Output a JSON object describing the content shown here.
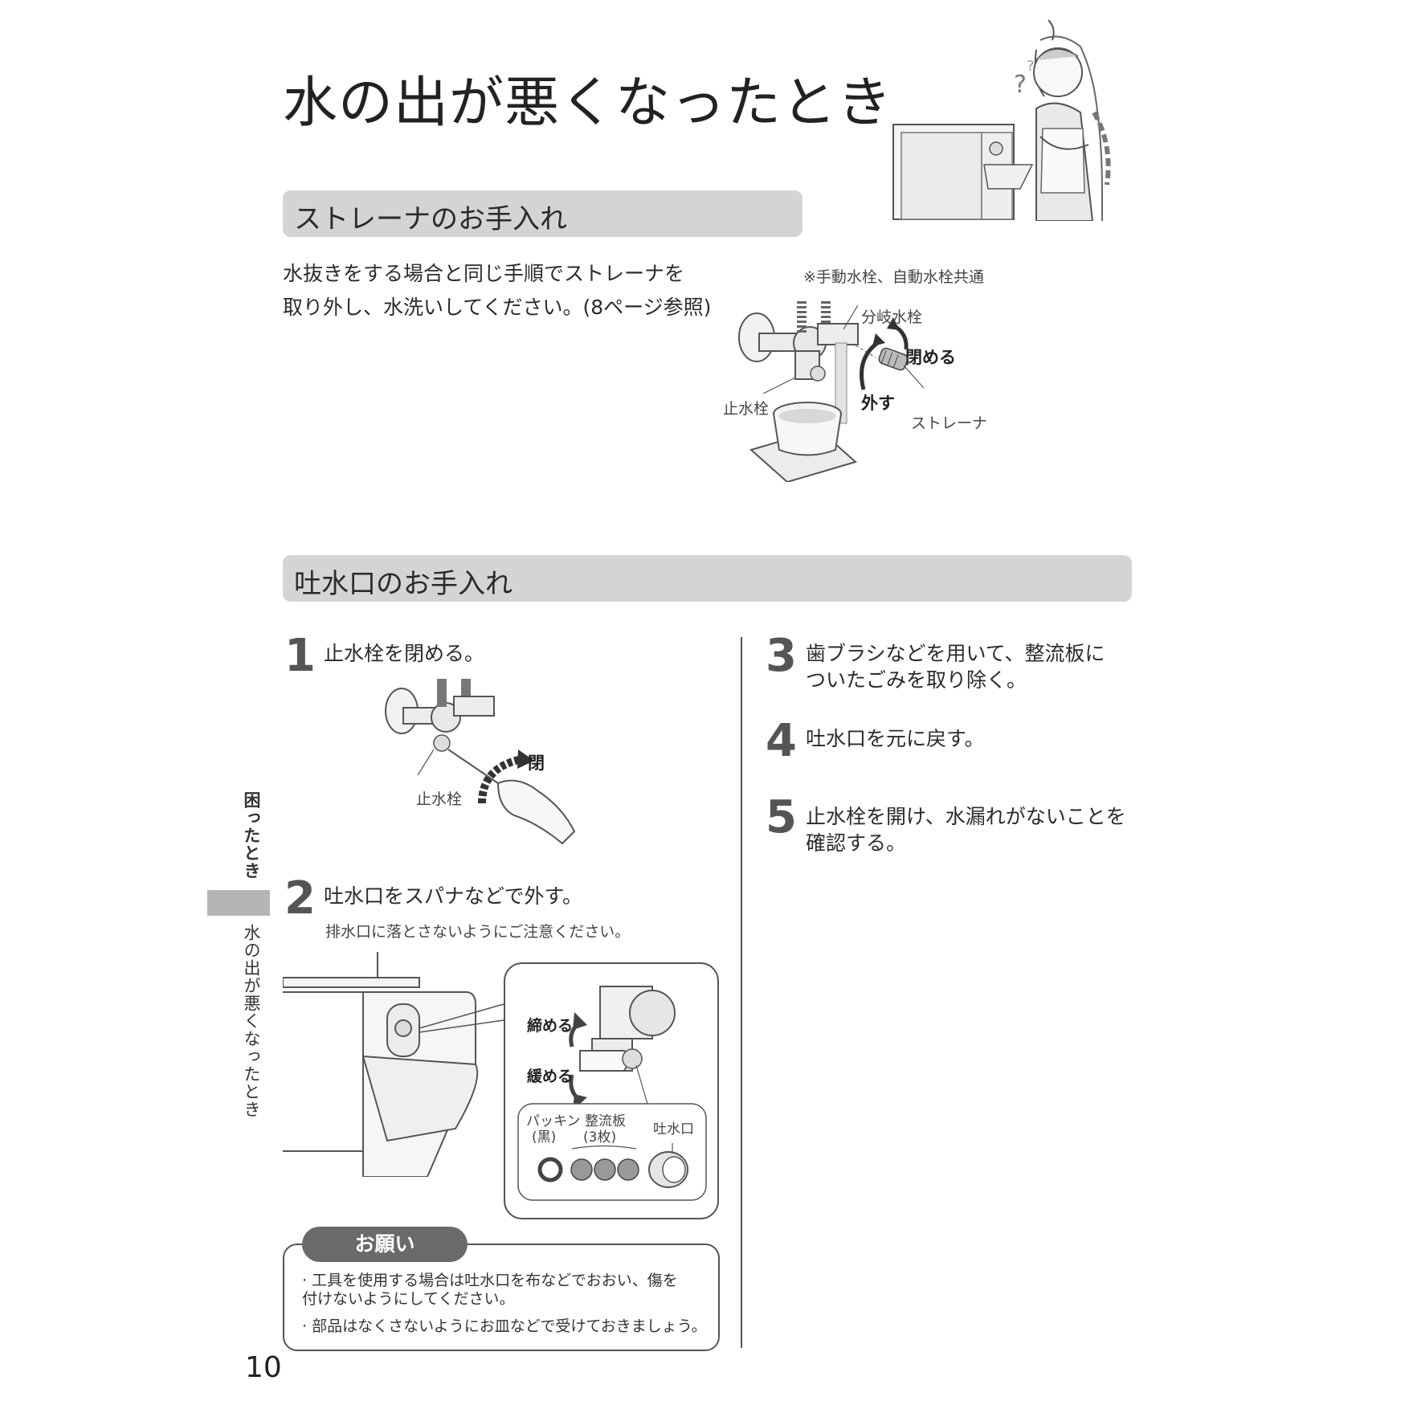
{
  "title": "水の出が悪くなったとき",
  "strainer_section": {
    "heading": "ストレーナのお手入れ",
    "body_lines": [
      "水抜きをする場合と同じ手順でストレーナを",
      "取り外し、水洗いしてください。(8ページ参照)"
    ],
    "note": "※手動水栓、自動水栓共通",
    "labels": {
      "branch_valve": "分岐水栓",
      "close": "閉める",
      "remove": "外す",
      "stop_valve": "止水栓",
      "strainer": "ストレーナ"
    }
  },
  "spout_section": {
    "heading": "吐水口のお手入れ",
    "steps": [
      {
        "num": "1",
        "lines": [
          "止水栓を閉める。"
        ]
      },
      {
        "num": "2",
        "lines": [
          "吐水口をスパナなどで外す。"
        ],
        "sub": "排水口に落とさないようにご注意ください。"
      },
      {
        "num": "3",
        "lines": [
          "歯ブラシなどを用いて、整流板に",
          "ついたごみを取り除く。"
        ]
      },
      {
        "num": "4",
        "lines": [
          "吐水口を元に戻す。"
        ]
      },
      {
        "num": "5",
        "lines": [
          "止水栓を開け、水漏れがないことを",
          "確認する。"
        ]
      }
    ],
    "step1_labels": {
      "close": "閉",
      "stop_valve": "止水栓"
    },
    "step2_labels": {
      "tighten": "締める",
      "loosen": "緩める",
      "packing": "パッキン",
      "packing_color": "(黒)",
      "flow_plate": "整流板",
      "flow_plate_count": "(3枚)",
      "spout": "吐水口"
    }
  },
  "request": {
    "title": "お願い",
    "items": [
      [
        "· 工具を使用する場合は吐水口を布などでおおい、傷を",
        "  付けないようにしてください。"
      ],
      [
        "· 部品はなくさないようにお皿などで受けておきましょう。"
      ]
    ]
  },
  "side_tab": {
    "category": "困ったとき",
    "topic": "水の出が悪くなったとき"
  },
  "page_number": "10",
  "colors": {
    "section_bar": "#d4d4d4",
    "tab_gray": "#b5b5b5",
    "note_title_bg": "#6a6a6a"
  }
}
